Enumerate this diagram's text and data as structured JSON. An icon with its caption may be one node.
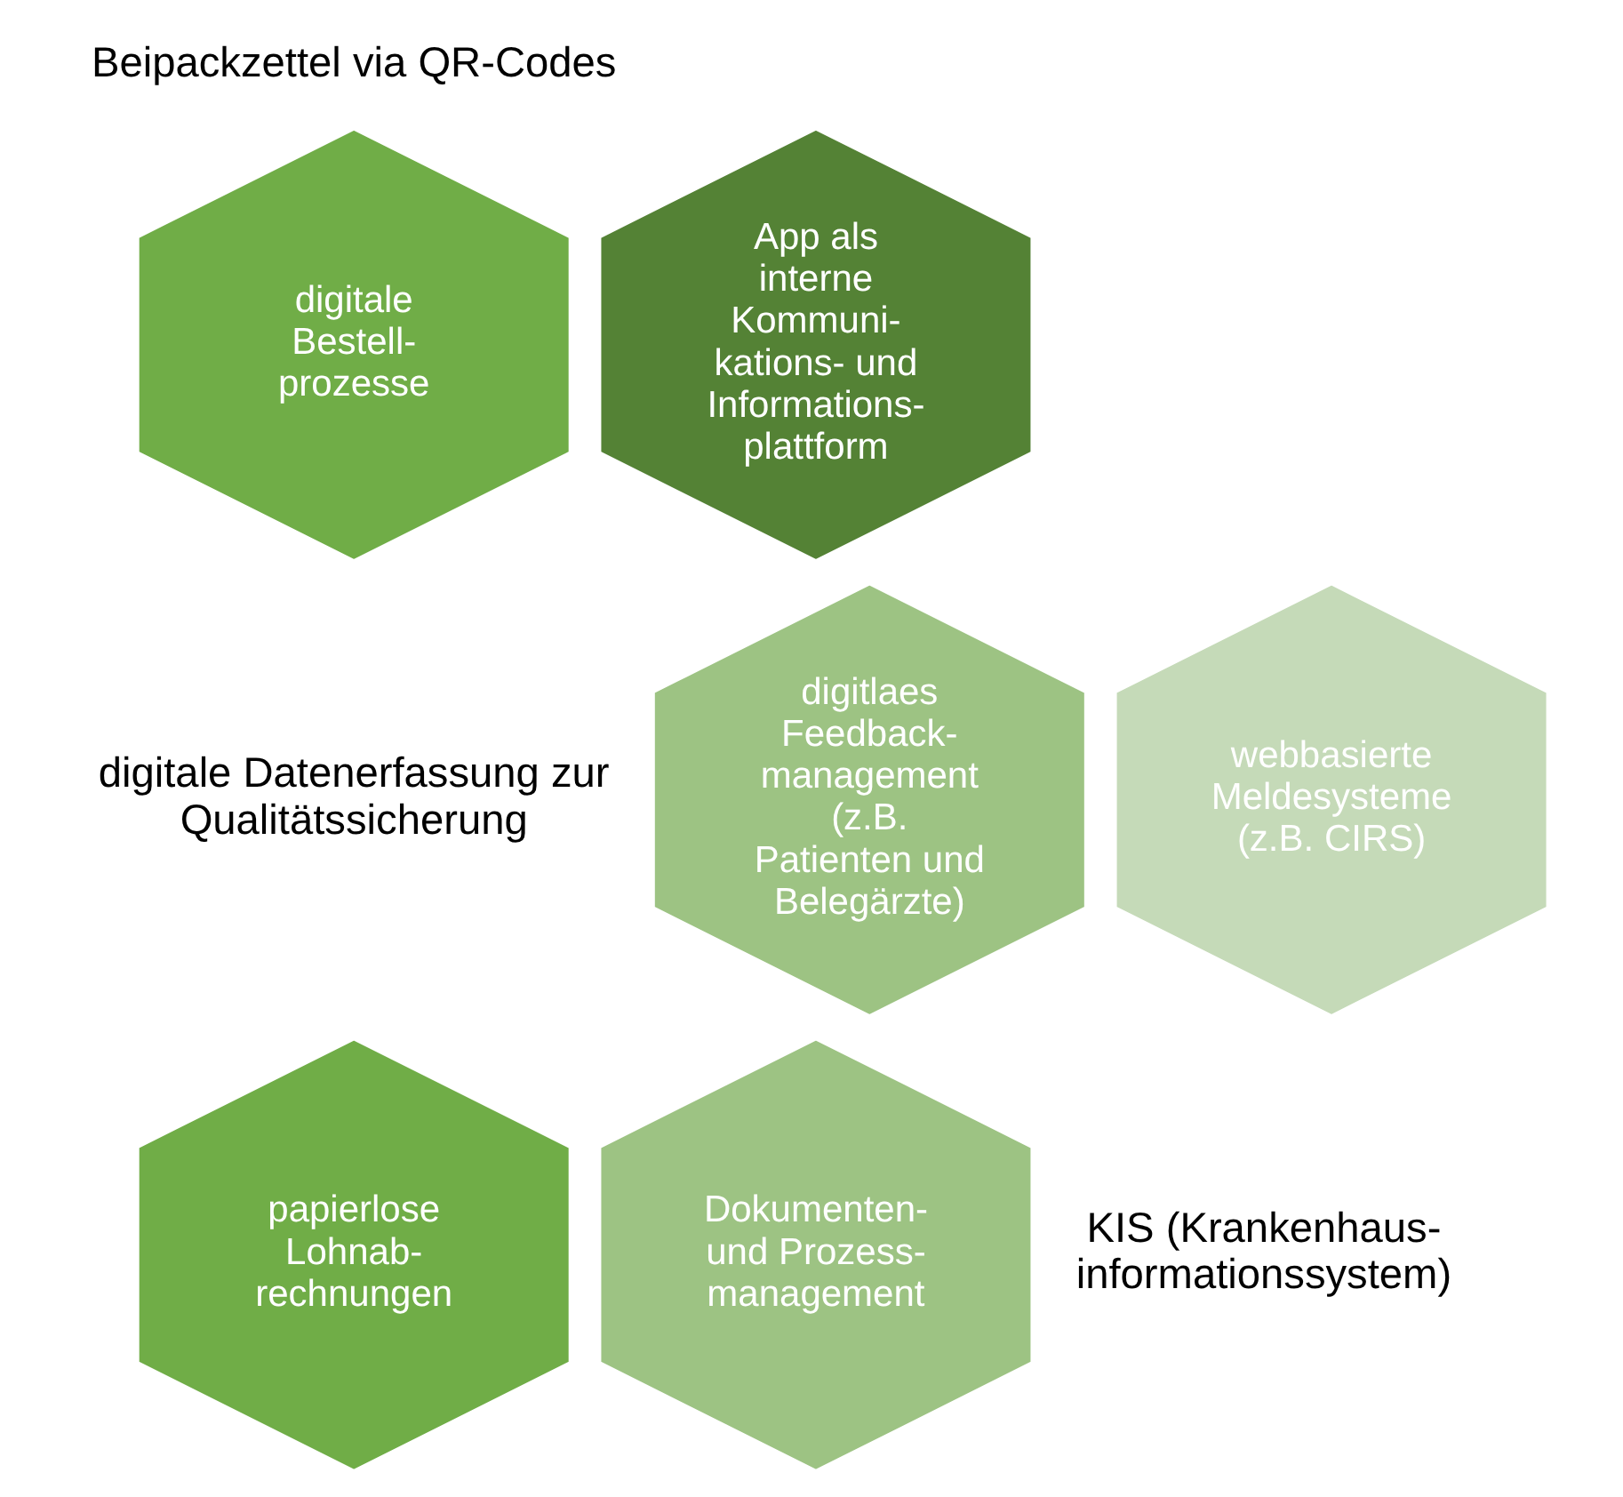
{
  "diagram": {
    "nodes": [
      {
        "text": [
          "digitale Bestell- prozesse"
        ]
      },
      {
        "text": [
          "App als interne Kommuni- kations- und Informations- plattform"
        ]
      },
      {
        "text": [
          "digitlaes Feedback- management (z.B. Patienten und Belegärzte)"
        ]
      },
      {
        "text": [
          "webbasierte Meldesysteme (z.B. CIRS)"
        ]
      },
      {
        "text": [
          "papierlose Lohnab- rechnungen"
        ]
      },
      {
        "text": [
          "Dokumenten- und Prozess- management"
        ]
      }
    ],
    "edges": [],
    "labels": [
      "Beipackzettel via QR-Codes",
      "digitale Datenerfassung zur Qualitätssicherung",
      "KIS (Krankenhaus- informationssystem)"
    ]
  }
}
